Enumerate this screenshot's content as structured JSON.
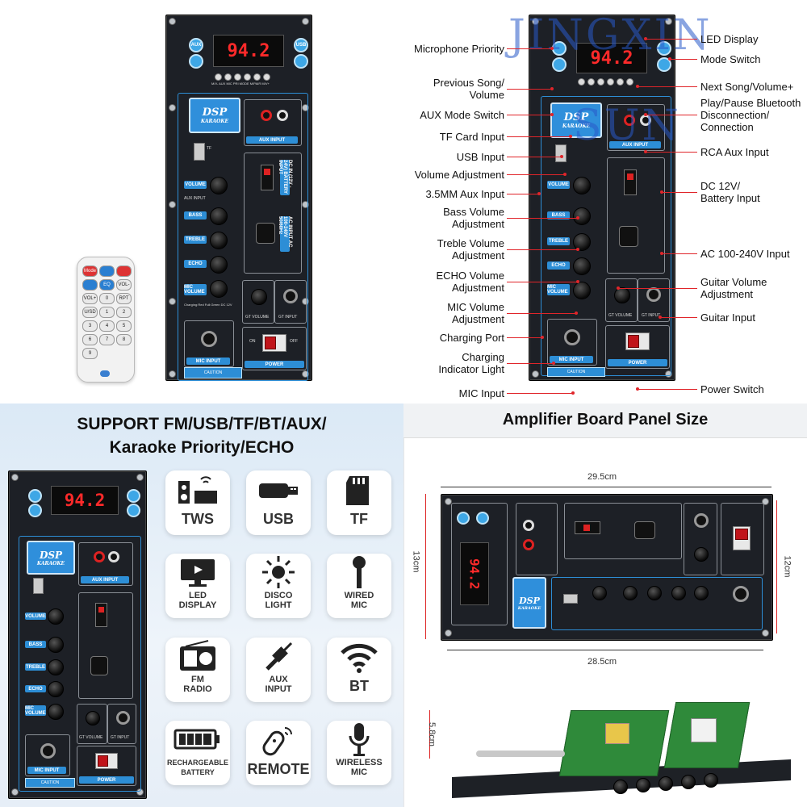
{
  "panel": {
    "led_value": "94.2",
    "aux_label": "AUX",
    "usb_label": "USB",
    "dsp_title": "DSP",
    "dsp_sub": "KARAOKE",
    "aux_input": "AUX INPUT",
    "tf_label": "TF",
    "knob_labels": [
      "VOLUME",
      "BASS",
      "TREBLE",
      "ECHO",
      "MIC VOLUME"
    ],
    "aux_jack_label": "AUX INPUT",
    "charging_text": "Charging:Red Full:Green DC 12V",
    "gt_volume": "GT VOLUME",
    "gt_input": "GT INPUT",
    "mic_input": "MIC INPUT",
    "power": "POWER",
    "on": "ON",
    "off": "OFF",
    "caution": "CAUTION",
    "dc_text": "DC IN (12V - 24V) BATTERY INPUT",
    "ac_text": "AC INPUT AC 100-240V 50/60Hz",
    "small_btns": "M/V- AUX MIC PRI MODE M/PAIR M/V+"
  },
  "remote": {
    "keys": [
      "Mode",
      "",
      "",
      "",
      "EQ",
      "VOL-",
      "VOL+",
      "0",
      "RPT",
      "U/SD",
      "1",
      "2",
      "3",
      "4",
      "5",
      "6",
      "7",
      "8",
      "9"
    ]
  },
  "callouts_left": [
    "Microphone Priority",
    "Previous Song/\nVolume",
    "AUX Mode Switch",
    "TF Card Input",
    "USB Input",
    "Volume Adjustment",
    "3.5MM Aux Input",
    "Bass Volume\nAdjustment",
    "Treble Volume\nAdjustment",
    "ECHO Volume\nAdjustment",
    "MIC Volume\nAdjustment",
    "Charging Port",
    "Charging\nIndicator Light",
    "MIC Input"
  ],
  "callouts_right": [
    "LED Display",
    "Mode Switch",
    "Next Song/Volume+",
    "Play/Pause Bluetooth\nDisconnection/\nConnection",
    "RCA Aux Input",
    "DC 12V/\nBattery Input",
    "AC 100-240V Input",
    "Guitar Volume\nAdjustment",
    "Guitar Input",
    "Power Switch"
  ],
  "watermark": [
    "JINGXIN",
    "SUN"
  ],
  "support": {
    "title_line1": "SUPPORT FM/USB/TF/BT/AUX/",
    "title_line2": "Karaoke Priority/ECHO"
  },
  "features": [
    {
      "label": "TWS",
      "icon": "speaker-icon"
    },
    {
      "label": "USB",
      "icon": "usb-stick-icon"
    },
    {
      "label": "TF",
      "icon": "sd-card-icon"
    },
    {
      "label": "LED\nDISPLAY",
      "icon": "monitor-icon"
    },
    {
      "label": "DISCO\nLIGHT",
      "icon": "sun-icon"
    },
    {
      "label": "WIRED\nMIC",
      "icon": "microphone-icon"
    },
    {
      "label": "FM\nRADIO",
      "icon": "radio-icon"
    },
    {
      "label": "AUX\nINPUT",
      "icon": "aux-plug-icon"
    },
    {
      "label": "BT",
      "icon": "wifi-icon"
    },
    {
      "label": "RECHARGEABLE\nBATTERY",
      "icon": "battery-icon"
    },
    {
      "label": "REMOTE",
      "icon": "key-fob-icon"
    },
    {
      "label": "WIRELESS\nMIC",
      "icon": "wireless-mic-icon"
    }
  ],
  "size": {
    "title": "Amplifier Board Panel Size",
    "width_top": "29.5cm",
    "width_bottom": "28.5cm",
    "height_left": "13cm",
    "height_right": "12cm",
    "depth": "5.8cm"
  },
  "colors": {
    "accent_blue": "#2d8ed6",
    "callout_red": "#e0252a",
    "panel_black": "#1d2026",
    "pcb_green": "#2f8a3a"
  }
}
